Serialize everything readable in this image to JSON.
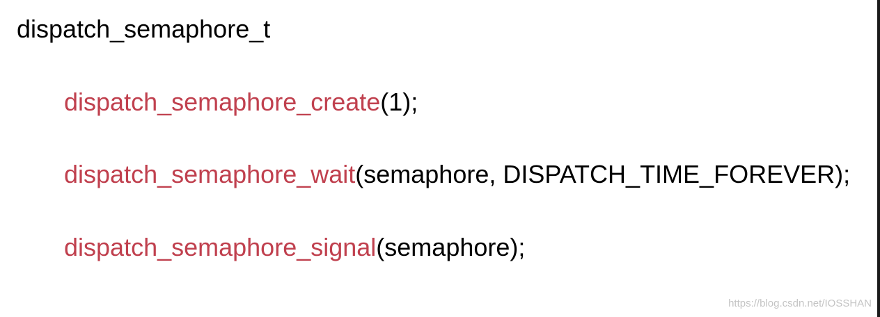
{
  "title": "dispatch_semaphore_t",
  "lines": [
    {
      "fn": "dispatch_semaphore_create",
      "args": "(1);"
    },
    {
      "fn": "dispatch_semaphore_wait",
      "args": "(semaphore, DISPATCH_TIME_FOREVER);"
    },
    {
      "fn": "dispatch_semaphore_signal",
      "args": "(semaphore);"
    }
  ],
  "watermark": "https://blog.csdn.net/IOSSHAN",
  "colors": {
    "function_name": "#c0404e",
    "text": "#000000",
    "watermark": "#c4c4c4",
    "edge_strip": "#1a1a1a"
  }
}
